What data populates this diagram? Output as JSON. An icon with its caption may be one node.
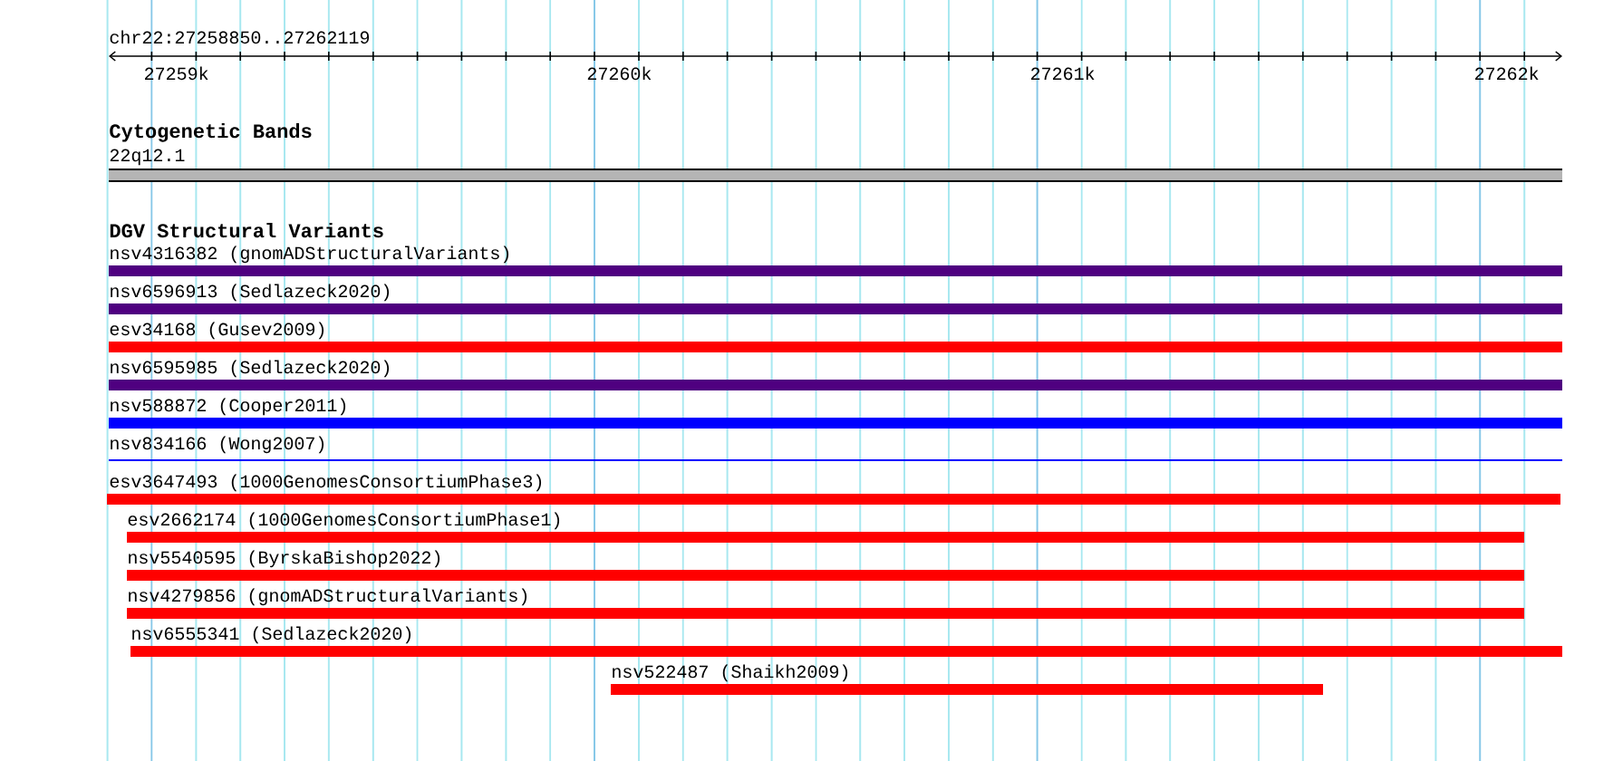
{
  "diagram": {
    "nodes": [
      {
        "text": [
          "22q12.1"
        ]
      },
      {
        "text": [
          "nsv4316382 (gnomADStructuralVariants)"
        ]
      },
      {
        "text": [
          "nsv6596913 (Sedlazeck2020)"
        ]
      },
      {
        "text": [
          "esv34168 (Gusev2009)"
        ]
      },
      {
        "text": [
          "nsv6595985 (Sedlazeck2020)"
        ]
      },
      {
        "text": [
          "nsv588872 (Cooper2011)"
        ]
      },
      {
        "text": [
          "nsv834166 (Wong2007)"
        ]
      },
      {
        "text": [
          "esv3647493 (1000GenomesConsortiumPhase3)"
        ]
      },
      {
        "text": [
          "esv2662174 (1000GenomesConsortiumPhase1)"
        ]
      },
      {
        "text": [
          "nsv5540595 (ByrskaBishop2022)"
        ]
      },
      {
        "text": [
          "nsv4279856 (gnomADStructuralVariants)"
        ]
      },
      {
        "text": [
          "nsv6555341 (Sedlazeck2020)"
        ]
      },
      {
        "text": [
          "nsv522487 (Shaikh2009)"
        ]
      }
    ],
    "labels": [
      "chr22:27258850..27262119",
      "27259k",
      "27260k",
      "27261k",
      "27262k",
      "Cytogenetic Bands",
      "DGV Structural Variants"
    ]
  }
}
